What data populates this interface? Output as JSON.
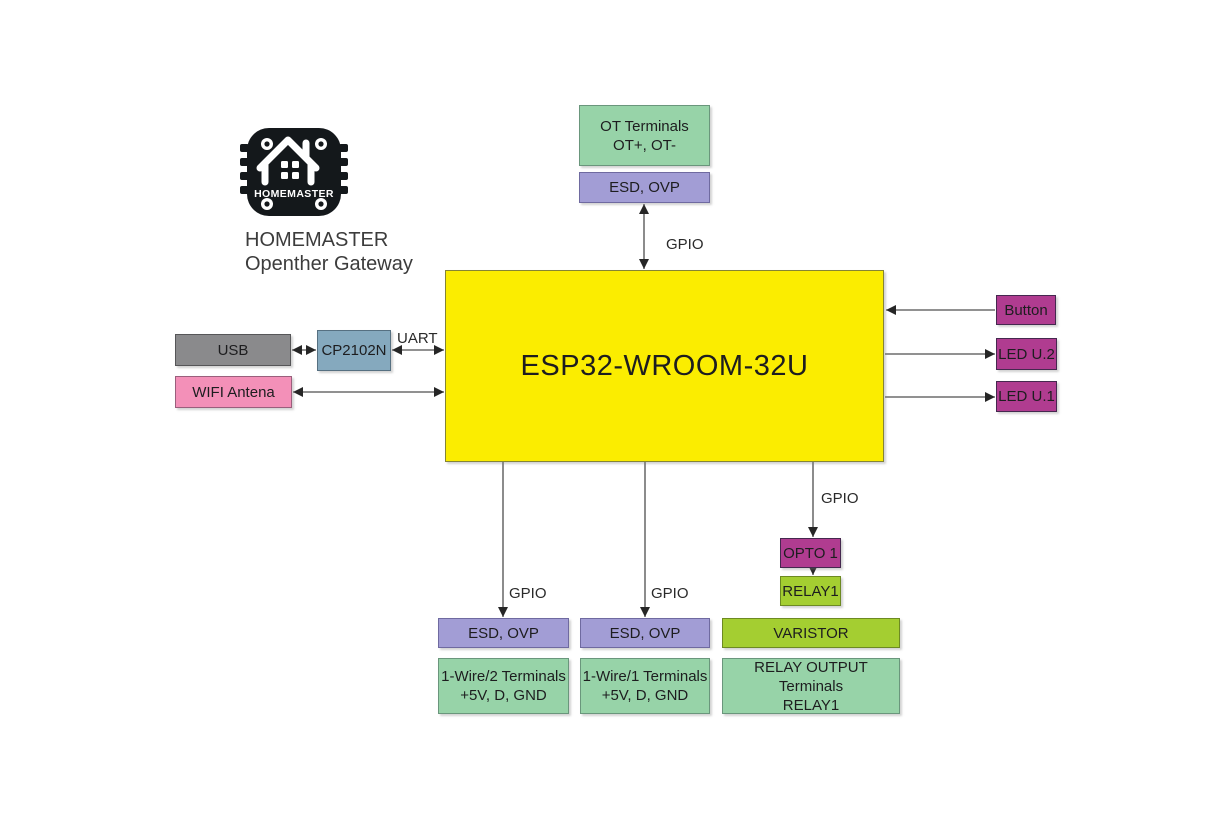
{
  "logo": {
    "chip_text": "HOMEMASTER",
    "caption_line1": "HOMEMASTER",
    "caption_line2": "Openther Gateway"
  },
  "blocks": {
    "ot_terminals": {
      "line1": "OT Terminals",
      "line2": "OT+, OT-"
    },
    "esd_ovp_top": {
      "label": "ESD, OVP"
    },
    "esp32": {
      "label": "ESP32-WROOM-32U"
    },
    "usb": {
      "label": "USB"
    },
    "cp2102n": {
      "label": "CP2102N"
    },
    "wifi_antena": {
      "label": "WIFI Antena"
    },
    "button": {
      "label": "Button"
    },
    "led_u2": {
      "label": "LED U.2"
    },
    "led_u1": {
      "label": "LED U.1"
    },
    "esd_ovp_left": {
      "label": "ESD, OVP"
    },
    "esd_ovp_mid": {
      "label": "ESD, OVP"
    },
    "onewire_2": {
      "line1": "1-Wire/2 Terminals",
      "line2": "+5V, D, GND"
    },
    "onewire_1": {
      "line1": "1-Wire/1 Terminals",
      "line2": "+5V, D, GND"
    },
    "opto1": {
      "label": "OPTO 1"
    },
    "relay1": {
      "label": "RELAY1"
    },
    "varistor": {
      "label": "VARISTOR"
    },
    "relay_output": {
      "line1": "RELAY OUTPUT Terminals",
      "line2": "RELAY1"
    }
  },
  "connections": {
    "uart_label": "UART",
    "gpio_ot_label": "GPIO",
    "gpio_onewire2_label": "GPIO",
    "gpio_onewire1_label": "GPIO",
    "gpio_relay_label": "GPIO"
  },
  "colors": {
    "esp32_yellow": "#fbed00",
    "terminal_green": "#97d3a8",
    "protection_purple": "#a29dd5",
    "io_magenta": "#b03c90",
    "relay_lime": "#a4ce31",
    "usb_gray": "#8a8a8c",
    "bridge_bluegray": "#85a9be",
    "wifi_pink": "#f390b8"
  }
}
